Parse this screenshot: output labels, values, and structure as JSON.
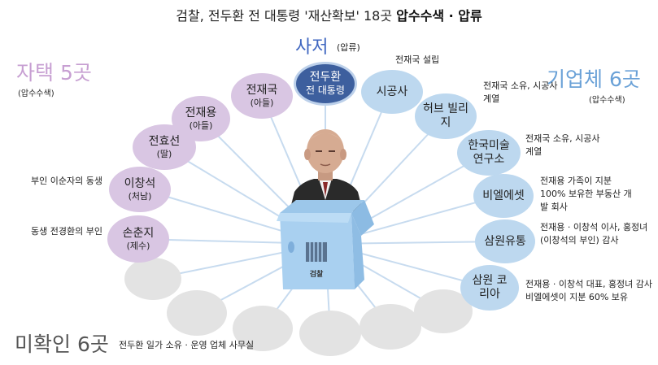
{
  "title": {
    "main": "검찰, 전두환 전 대통령 '재산확보' 18곳",
    "bold": "압수수색 · 압류"
  },
  "groups": {
    "residence": {
      "title": "자택 5곳",
      "sub": "(압수수색)",
      "color": "#c79fd2"
    },
    "private": {
      "title": "사저",
      "sub": "(압류)",
      "color": "#3f66c0"
    },
    "company": {
      "title": "기업체 6곳",
      "sub": "(압수수색)",
      "color": "#6aa1d7"
    },
    "unconfirmed": {
      "title": "미확인 6곳",
      "sub": "전두환 일가 소유 · 운영 업체 사무실",
      "color": "#555555"
    }
  },
  "center": {
    "line1": "전두환",
    "line2": "전 대통령"
  },
  "residence_nodes": [
    {
      "name": "전재국",
      "relation": "(아들)"
    },
    {
      "name": "전재용",
      "relation": "(아들)"
    },
    {
      "name": "전효선",
      "relation": "(딸)"
    },
    {
      "name": "이창석",
      "relation": "(처남)",
      "note": "부인 이순자의 동생"
    },
    {
      "name": "손춘지",
      "relation": "(제수)",
      "note": "동생 전경환의 부인"
    }
  ],
  "company_nodes": [
    {
      "name": "시공사",
      "note": "전재국 설립"
    },
    {
      "name": "허브 빌리지",
      "note": "전재국 소유, 시공사 계열"
    },
    {
      "name": "한국미술 연구소",
      "note": "전재국 소유, 시공사 계열"
    },
    {
      "name": "비엘에셋",
      "note": "전재용 가족이 지분 100% 보유한 부동산 개발 회사"
    },
    {
      "name": "삼원유통",
      "note": "전재용 · 이창석 이사, 홍정녀(이창석의 부인) 감사"
    },
    {
      "name": "삼원 코리아",
      "note": "전재용 · 이창석 대표, 홍정녀 감사 비엘에셋이 지분 60% 보유"
    }
  ],
  "box_label": "검찰",
  "box_icon": "evidence-bars-icon"
}
